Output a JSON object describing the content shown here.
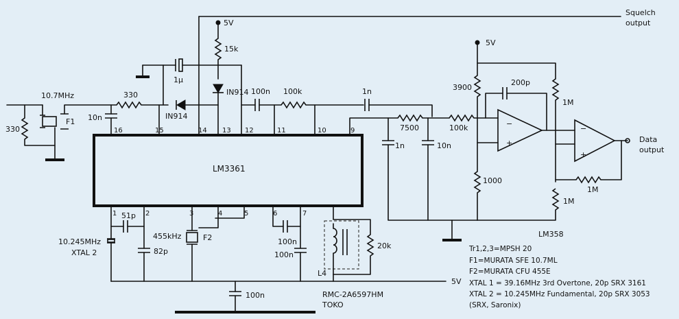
{
  "ic": {
    "name": "LM3361",
    "pins_top": [
      "16",
      "15",
      "14",
      "13",
      "12",
      "11",
      "10",
      "9"
    ],
    "pins_bottom": [
      "1",
      "2",
      "3",
      "4",
      "5",
      "6",
      "7"
    ]
  },
  "supplies": {
    "top": "5V",
    "opamp": "5V",
    "bottom": "5V"
  },
  "outputs": {
    "squelch_line1": "Squelch",
    "squelch_line2": "output",
    "data_line1": "Data",
    "data_line2": "output"
  },
  "components": {
    "f1_freq": "10.7MHz",
    "f1_label": "F1",
    "r_330_input": "330",
    "r_330_series": "330",
    "c_10n_pin16": "10n",
    "r_15k": "15k",
    "c_1u": "1μ",
    "d1": "IN914",
    "d2": "IN914",
    "c_100n_a": "100n",
    "r_100k_a": "100k",
    "c_1n_a": "1n",
    "r_7500": "7500",
    "c_1n_b": "1n",
    "c_10n_b": "10n",
    "r_100k_b": "100k",
    "r_3900": "3900",
    "c_200p": "200p",
    "r_1000": "1000",
    "r_1M_a": "1M",
    "r_1M_b": "1M",
    "r_1M_c": "1M",
    "opamp_label": "LM358",
    "c_51p": "51p",
    "c_82p": "82p",
    "xtal2_freq": "10.245MHz",
    "xtal2_label": "XTAL 2",
    "f2_freq": "455kHz",
    "f2_label": "F2",
    "c_100n_b": "100n",
    "c_100n_c": "100n",
    "c_100n_d": "100n",
    "r_20k": "20k",
    "l4": "L4",
    "coil_line1": "RMC-2A6597HM",
    "coil_line2": "TOKO"
  },
  "notes": [
    "Tr1,2,3=MPSH 20",
    "F1=MURATA SFE 10.7ML",
    "F2=MURATA CFU 455E",
    "XTAL 1 = 39.16MHz  3rd Overtone, 20p SRX 3161",
    "XTAL 2 = 10.245MHz Fundamental, 20p SRX 3053",
    "(SRX, Saronix)"
  ]
}
